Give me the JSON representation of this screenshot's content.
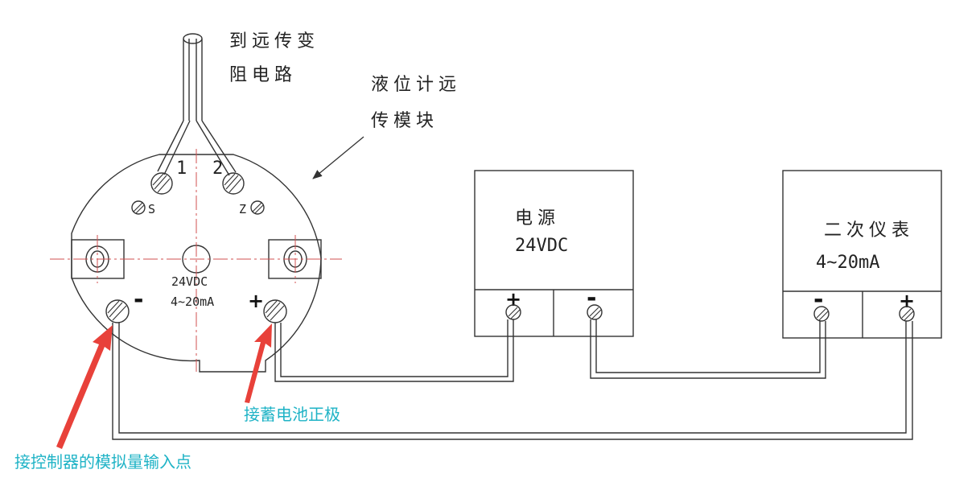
{
  "labels": {
    "cable_top_line1": "到远传变",
    "cable_top_line2": "阻电路",
    "module_line1": "液位计远",
    "module_line2": "传模块",
    "terminal_1": "1",
    "terminal_2": "2",
    "terminal_s": "S",
    "terminal_z": "Z",
    "module_rating_1": "24VDC",
    "module_rating_2": "4~20mA",
    "module_minus": "-",
    "module_plus": "+",
    "psu_line1": "电源",
    "psu_line2": "24VDC",
    "psu_plus": "+",
    "psu_minus": "-",
    "meter_line1": "二次仪表",
    "meter_line2": "4~20mA",
    "meter_minus": "-",
    "meter_plus": "+"
  },
  "annotations": {
    "battery_positive": "接蓄电池正极",
    "analog_input": "接控制器的模拟量输入点"
  },
  "colors": {
    "annotation_text": "#1fb3c6",
    "arrow": "#e8413a",
    "centerline": "#d05050",
    "line": "#333333"
  }
}
